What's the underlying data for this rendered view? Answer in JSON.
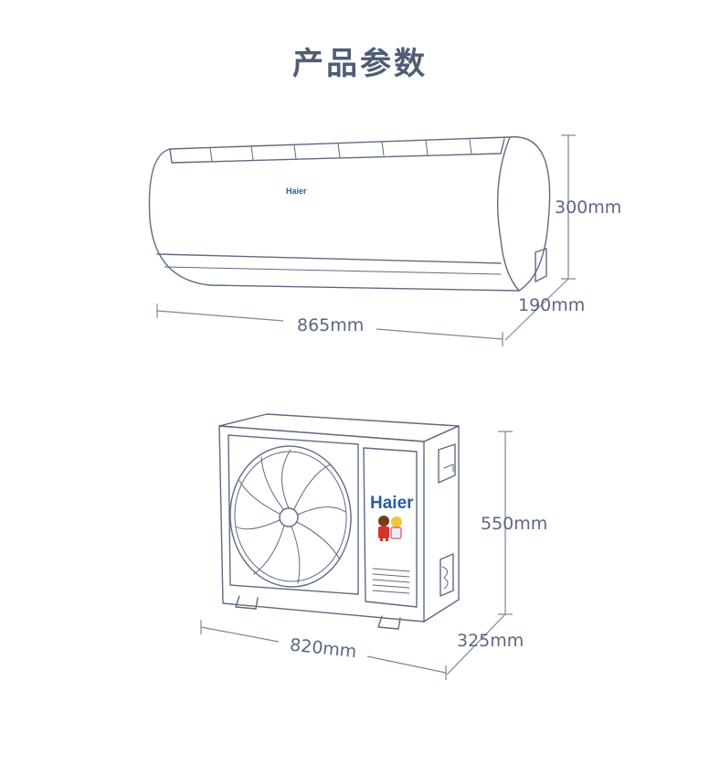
{
  "title": "产品参数",
  "indoor_unit": {
    "brand": "Haier",
    "width_label": "865mm",
    "height_label": "300mm",
    "depth_label": "190mm"
  },
  "outdoor_unit": {
    "brand": "Haier",
    "width_label": "820mm",
    "height_label": "550mm",
    "depth_label": "325mm"
  },
  "colors": {
    "title": "#4f5d74",
    "line": "#5d6b80",
    "brand": "#2d5aa8",
    "mascot_red": "#d8322b",
    "mascot_yellow": "#f5c43a"
  }
}
